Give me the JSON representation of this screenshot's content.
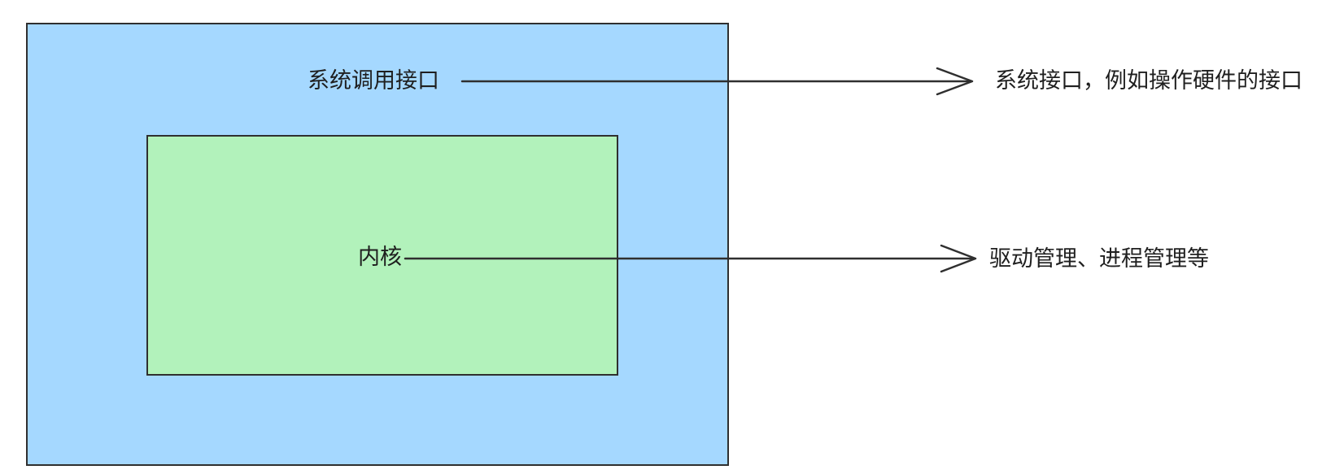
{
  "diagram": {
    "outer_box": {
      "label": "系统调用接口",
      "fill": "#a5d8ff"
    },
    "inner_box": {
      "label": "内核",
      "fill": "#b2f2bb"
    },
    "arrows": [
      {
        "from": "系统调用接口",
        "to_text": "系统接口，例如操作硬件的接口"
      },
      {
        "from": "内核",
        "to_text": "驱动管理、进程管理等"
      }
    ],
    "stroke_color": "#2f2f2f",
    "text_color": "#1f1f1f"
  }
}
